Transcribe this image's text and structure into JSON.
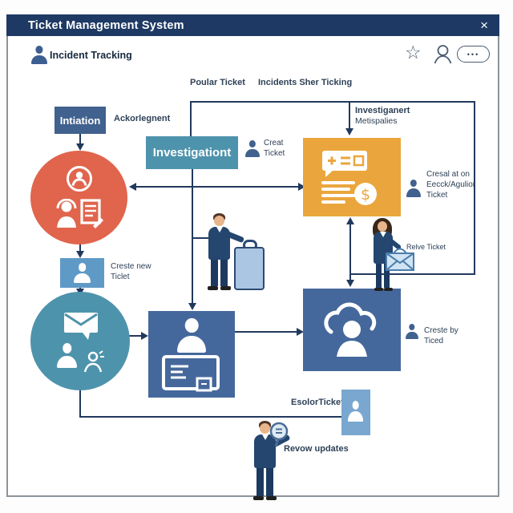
{
  "window": {
    "title": "Ticket Management System",
    "close_icon": "×"
  },
  "header": {
    "title": "Incident Tracking",
    "star_icon": "☆",
    "more_icon": "•••"
  },
  "colors": {
    "titlebar": "#1e3a64",
    "line": "#22395e",
    "navy": "#41618e",
    "teal": "#4e93ac",
    "red": "#e0654c",
    "blue": "#45689c",
    "lightblue": "#5f9ac7",
    "lightblue2": "#79a7cf",
    "orange": "#eaa63c",
    "label": "#2e4157",
    "suit": "#24466f",
    "skin": "#e9b58c",
    "board": "#aac6e2"
  },
  "diagram": {
    "top_label_1": "Poular Ticket",
    "top_label_2": "Incidents Sher Ticking",
    "intiation": "Intiation",
    "ackorlegnent": "Ackorlegnent",
    "investigationt": "Investigationt",
    "creat_ticket": {
      "l1": "Creat",
      "l2": "Ticket"
    },
    "investiganert": {
      "l1": "Investiganert",
      "l2": "Metispalies"
    },
    "cresal": {
      "l1": "Cresal at on",
      "l2": "Eecck/Agulior",
      "l3": "Ticket"
    },
    "creste_new": {
      "l1": "Creste new",
      "l2": "Ticlet"
    },
    "relve": "Relve Ticket",
    "creste_by": {
      "l1": "Creste by",
      "l2": "Ticed"
    },
    "esolor": "EsolorTicket",
    "revow": "Revow updates"
  }
}
